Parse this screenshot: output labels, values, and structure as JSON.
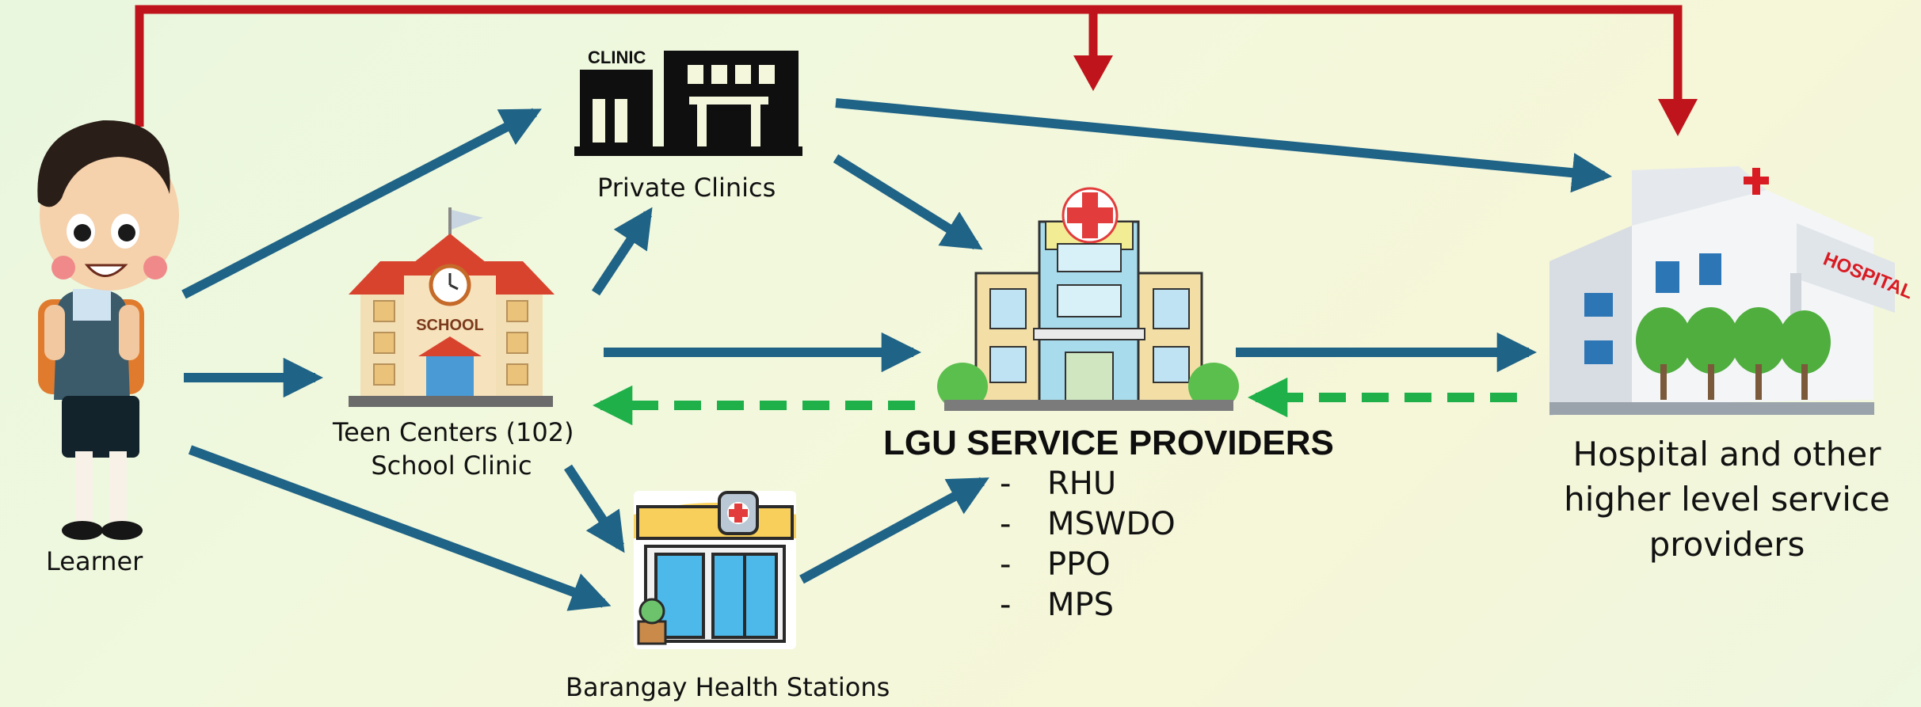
{
  "nodes": {
    "learner": {
      "label": "Learner"
    },
    "clinic": {
      "label": "Private Clinics",
      "sign": "CLINIC"
    },
    "teen": {
      "label_line1": "Teen Centers (102)",
      "label_line2": "School Clinic",
      "sign": "SCHOOL"
    },
    "bhs": {
      "label": "Barangay Health Stations"
    },
    "lgu": {
      "title": "LGU SERVICE PROVIDERS",
      "items": [
        "RHU",
        "MSWDO",
        "PPO",
        "MPS"
      ]
    },
    "hospital": {
      "label_line1": "Hospital and other",
      "label_line2": "higher level service",
      "label_line3": "providers",
      "sign": "HOSPITAL"
    }
  },
  "colors": {
    "referral_arrow": "#1f6387",
    "feedback_arrow": "#1fb04a",
    "direct_arrow": "#c0141c"
  }
}
